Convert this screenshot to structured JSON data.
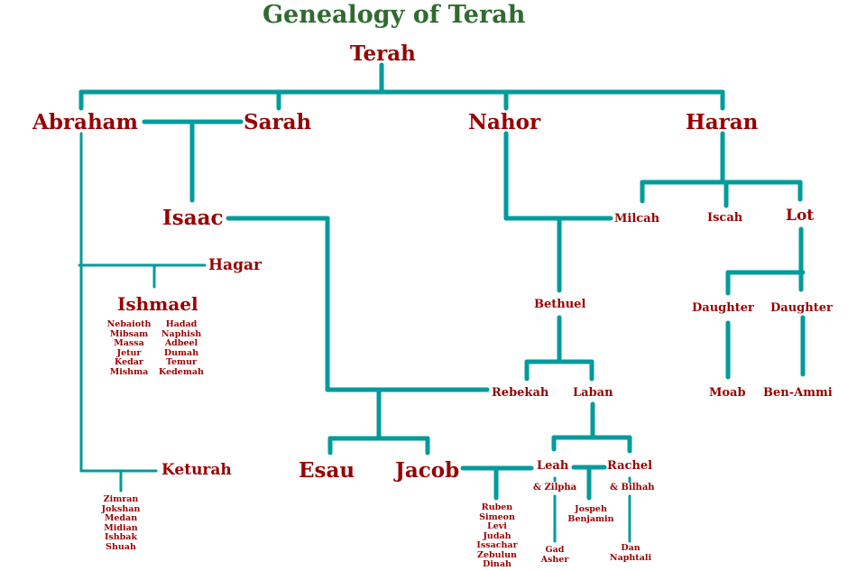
{
  "title": "Genealogy of Terah",
  "colors": {
    "title": "#2f6b2f",
    "names": "#990000",
    "lines": "#009b9b",
    "background": "#ffffff"
  },
  "people": {
    "terah": "Terah",
    "abraham": "Abraham",
    "sarah": "Sarah",
    "nahor": "Nahor",
    "haran": "Haran",
    "isaac": "Isaac",
    "hagar": "Hagar",
    "ishmael": "Ishmael",
    "keturah": "Keturah",
    "milcah": "Milcah",
    "iscah": "Iscah",
    "lot": "Lot",
    "bethuel": "Bethuel",
    "rebekah": "Rebekah",
    "laban": "Laban",
    "daughter1": "Daughter",
    "daughter2": "Daughter",
    "moab": "Moab",
    "ben_ammi": "Ben-Ammi",
    "esau": "Esau",
    "jacob": "Jacob",
    "leah": "Leah",
    "rachel": "Rachel",
    "zilpha": "& Zilpha",
    "bilhah": "& Bilhah"
  },
  "lists": {
    "ishmael_sons_left": [
      "Nebaioth",
      "Mibsam",
      "Massa",
      "Jetur",
      "Kedar",
      "Mishma"
    ],
    "ishmael_sons_right": [
      "Hadad",
      "Naphish",
      "Adbeel",
      "Dumah",
      "Temur",
      "Kedemah"
    ],
    "keturah_sons": [
      "Zimran",
      "Jokshan",
      "Medan",
      "Midian",
      "Ishbak",
      "Shuah"
    ],
    "leah_children": [
      "Ruben",
      "Simeon",
      "Levi",
      "Judah",
      "Issachar",
      "Zebulun",
      "Dinah"
    ],
    "rachel_children": [
      "Jospeh",
      "Benjamin"
    ],
    "zilpha_children": [
      "Gad",
      "Asher"
    ],
    "bilhah_children": [
      "Dan",
      "Naphtali"
    ]
  }
}
